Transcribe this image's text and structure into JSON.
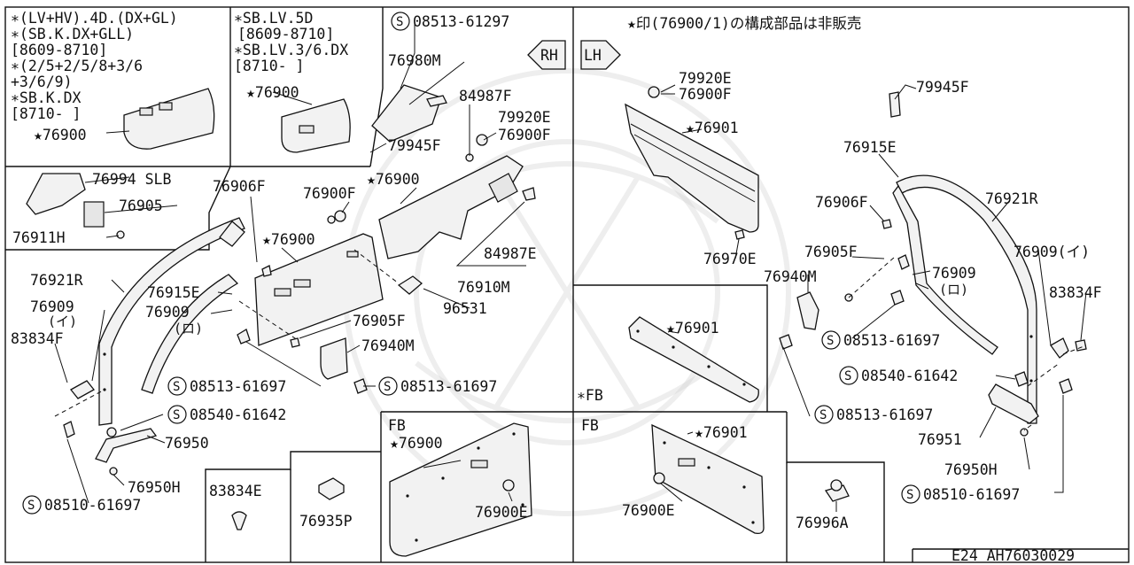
{
  "notes": {
    "lines_top_left": [
      "∗(LV+HV).4D.(DX+GL)",
      "∗(SB.K.DX+GLL)",
      "[8609-8710]",
      "∗(2/5+2/5/8+3/6",
      "+3/6/9)",
      "∗SB.K.DX",
      "[8710-  ]"
    ],
    "lines_top_mid": [
      "∗SB.LV.5D",
      "[8609-8710]",
      "∗SB.LV.3/6.DX",
      "[8710-  ]"
    ],
    "jp_note": "★印(76900/1)の構成部品は非販売",
    "fb_star": "∗FB",
    "fb_box1": "FB",
    "fb_box2": "FB",
    "rh_arrow": "RH",
    "lh_arrow": "LH",
    "footer_code": "E24  AH76030029"
  },
  "parts_left": {
    "p76900_a": "★76900",
    "p76900_b": "★76900",
    "p76994": "76994  SLB",
    "p76905": "76905",
    "p76911h": "76911H",
    "p08513_61297": "08513-61297",
    "p76980m": "76980M",
    "p84987f": "84987F",
    "p79920e": "79920E",
    "p76900f_a": "76900F",
    "p79945f": "79945F",
    "p76900_c": "★76900",
    "p76906f": "76906F",
    "p76900f_b": "76900F",
    "p76900_d": "★76900",
    "p84987e": "84987E",
    "p76910m": "76910M",
    "p96531": "96531",
    "p76921r": "76921R",
    "p76915e": "76915E",
    "p76909": "76909",
    "p_i": "(イ)",
    "p_ro": "(ロ)",
    "p76905f": "76905F",
    "p76940m": "76940M",
    "p83834f": "83834F",
    "p08513_61697_a": "08513-61697",
    "p08513_61697_b": "08513-61697",
    "p08540_61642": "08540-61642",
    "p76950": "76950",
    "p76950h": "76950H",
    "p08510_61697": "08510-61697",
    "p83834e": "83834E",
    "p76935p": "76935P",
    "p76900_fb": "★76900",
    "p76900e": "76900E"
  },
  "parts_right": {
    "p79920e": "79920E",
    "p76900f": "76900F",
    "p76901_a": "★76901",
    "p79945f": "79945F",
    "p76915e": "76915E",
    "p76906f": "76906F",
    "p76921r": "76921R",
    "p76970e": "76970E",
    "p76905f": "76905F",
    "p76909": "76909(イ)",
    "p76909b": "76909",
    "p_ro": "(ロ)",
    "p76940m": "76940M",
    "p83834f": "83834F",
    "p08513_61697_a": "08513-61697",
    "p08540_61642": "08540-61642",
    "p08513_61697_b": "08513-61697",
    "p76951": "76951",
    "p76950h": "76950H",
    "p08510_61697": "08510-61697",
    "p76901_b": "★76901",
    "p76901_fb": "★76901",
    "p76900e": "76900E",
    "p76996a": "76996A"
  },
  "s_symbol": "S"
}
